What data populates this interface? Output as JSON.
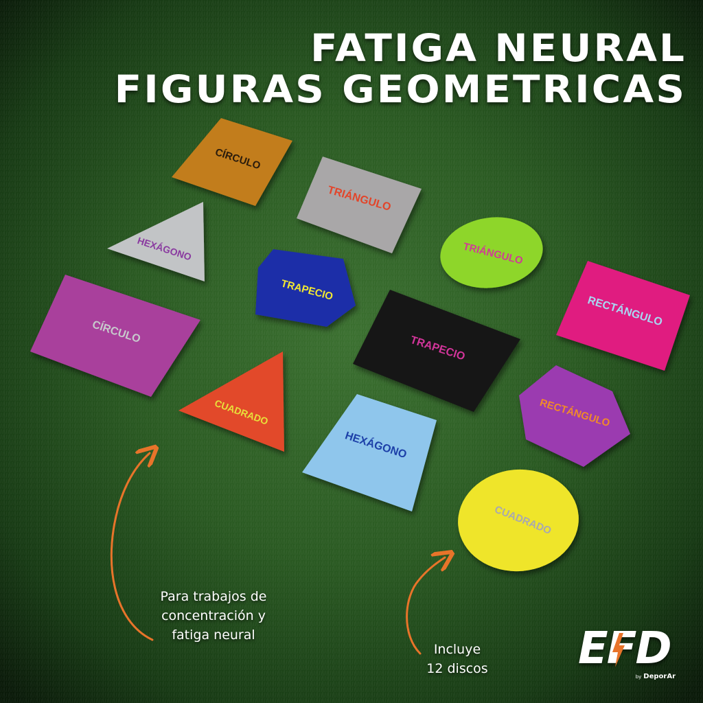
{
  "title": {
    "line1": "FATIGA NEURAL",
    "line2": "FIGURAS GEOMETRICAS"
  },
  "pieces": [
    {
      "shape": "rectangle",
      "color": "#c27d1c",
      "label": "CÍRCULO",
      "label_color": "#2a1a08"
    },
    {
      "shape": "rectangle",
      "color": "#a9a7a8",
      "label": "TRIÁNGULO",
      "label_color": "#e2452a"
    },
    {
      "shape": "triangle",
      "color": "#c2c4c6",
      "label": "HEXÁGONO",
      "label_color": "#8a3aa0"
    },
    {
      "shape": "hexagon",
      "color": "#1d2fa8",
      "label": "TRAPECIO",
      "label_color": "#f2e830"
    },
    {
      "shape": "circle",
      "color": "#8ed62c",
      "label": "TRIÁNGULO",
      "label_color": "#d03c94"
    },
    {
      "shape": "rectangle",
      "color": "#e01a80",
      "label": "RECTÁNGULO",
      "label_color": "#a8d8f2"
    },
    {
      "shape": "rectangle",
      "color": "#a9419c",
      "label": "CÍRCULO",
      "label_color": "#c7c9cc"
    },
    {
      "shape": "rectangle",
      "color": "#141414",
      "label": "TRAPECIO",
      "label_color": "#d2359a"
    },
    {
      "shape": "triangle",
      "color": "#e24a2a",
      "label": "CUADRADO",
      "label_color": "#e8e03a"
    },
    {
      "shape": "trapezoid",
      "color": "#8fc6ec",
      "label": "HEXÁGONO",
      "label_color": "#1f3fa8"
    },
    {
      "shape": "hexagon",
      "color": "#9b3ab0",
      "label": "RECTÁNGULO",
      "label_color": "#f08a2a"
    },
    {
      "shape": "circle",
      "color": "#efe52a",
      "label": "CUADRADO",
      "label_color": "#a8a8b0"
    }
  ],
  "captions": {
    "left": [
      "Para trabajos de",
      "concentración y",
      "fatiga neural"
    ],
    "right": [
      "Incluye",
      "12 discos"
    ]
  },
  "colors": {
    "arrow": "#e8742a",
    "grass": "#2a5a22"
  },
  "logo": {
    "mark": "EFD",
    "by": "by",
    "brand": "DeporAr"
  }
}
